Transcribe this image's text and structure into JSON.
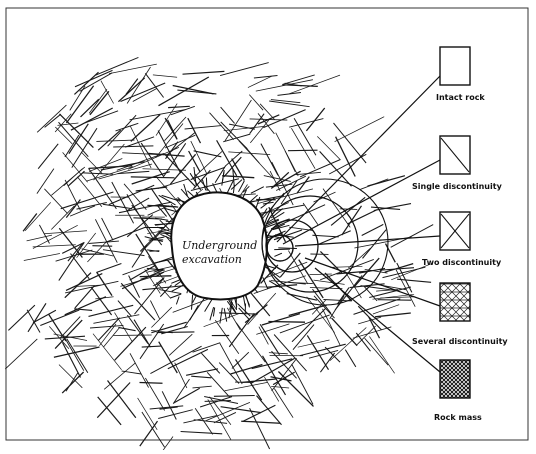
{
  "diagram": {
    "excavation_label_line1": "Underground",
    "excavation_label_line2": "excavation",
    "samples": [
      {
        "id": "intact",
        "label": "Intact rock",
        "pattern": "none"
      },
      {
        "id": "single",
        "label": "Single discontinuity",
        "pattern": "single"
      },
      {
        "id": "two",
        "label": "Two discontinuity",
        "pattern": "two"
      },
      {
        "id": "several",
        "label": "Several discontinuity",
        "pattern": "several"
      },
      {
        "id": "mass",
        "label": "Rock mass",
        "pattern": "mass"
      }
    ]
  }
}
